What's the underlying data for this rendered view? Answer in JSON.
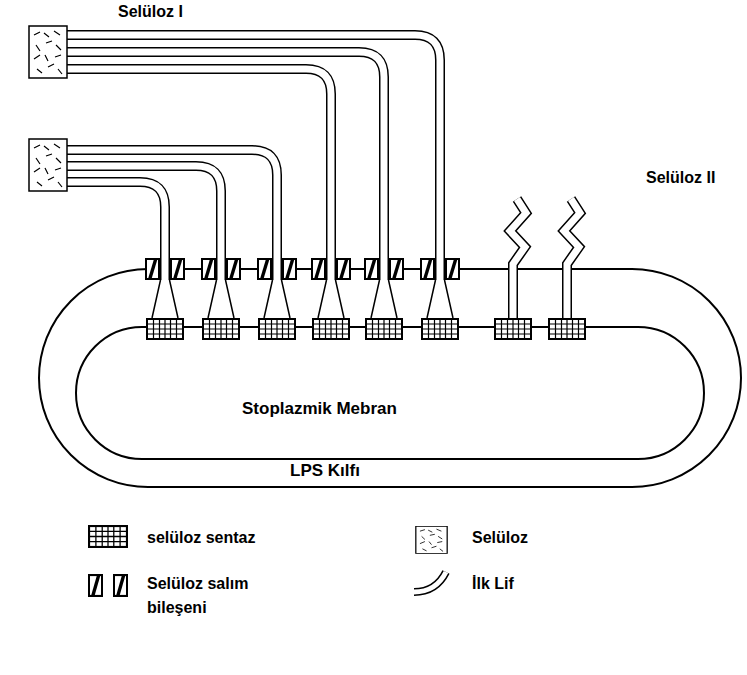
{
  "diagram": {
    "nodes": [
      {
        "text": [
          "LPS Kılfı"
        ]
      },
      {
        "text": [
          "Stoplazmik Mebran"
        ],
        "in": 0
      }
    ],
    "labels": [
      "Selüloz I",
      "Selüloz II"
    ],
    "legend": [
      {
        "text": "selüloz sentaz"
      },
      {
        "text": "Selüloz salım bileşeni"
      },
      {
        "text": "Selüloz"
      },
      {
        "text": "İlk Lif"
      }
    ]
  }
}
